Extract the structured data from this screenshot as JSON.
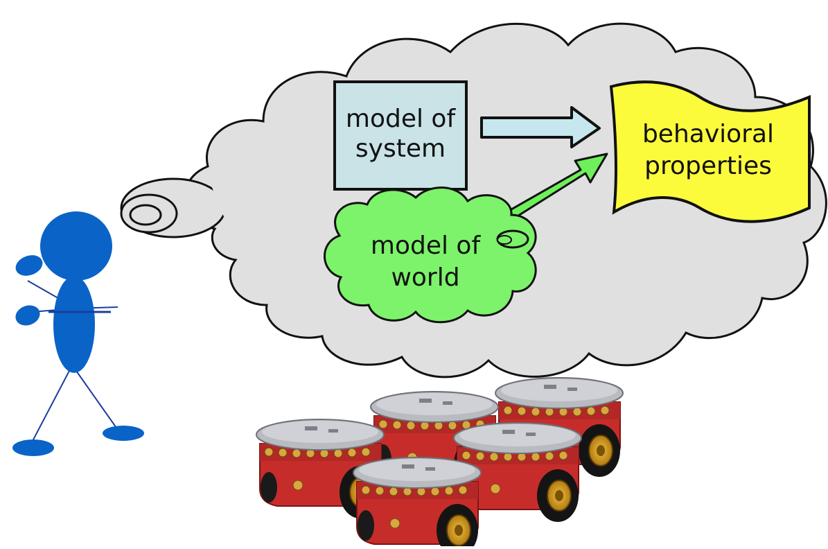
{
  "system_box": {
    "line1": "model of",
    "line2": "system"
  },
  "world_cloud": {
    "line1": "model of",
    "line2": "world"
  },
  "properties_banner": {
    "line1": "behavioral",
    "line2": "properties"
  },
  "colors": {
    "thought_cloud": "#e0e0e0",
    "system_box": "#c9e3e6",
    "world_cloud": "#7cf36a",
    "banner": "#fbfb3c",
    "arrow_blue": "#c6e7ee",
    "arrow_green": "#6ef05a",
    "stick_figure": "#0a63c7",
    "robot_red": "#c62d2a",
    "robot_top": "#b9bbc1"
  },
  "icons": {
    "figure": "stick-figure-person",
    "robots": "mobile-robot-group"
  }
}
